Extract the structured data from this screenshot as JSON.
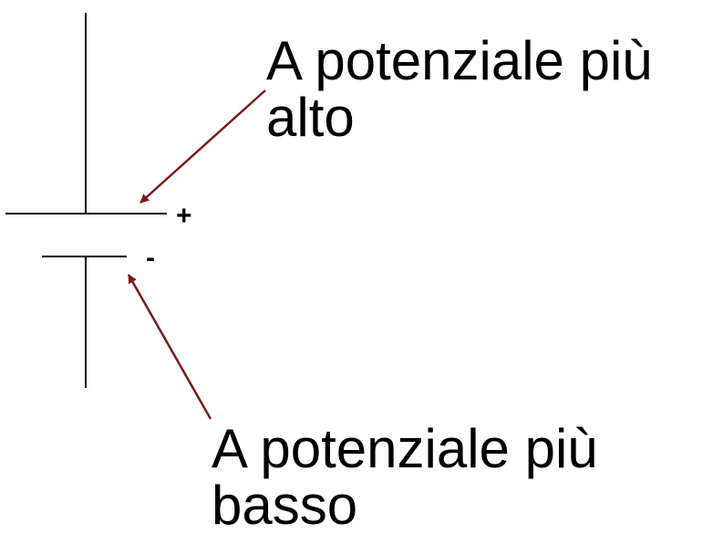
{
  "labels": {
    "high_line1": "A potenziale più",
    "high_line2": "alto",
    "low_line1": "A potenziale più",
    "low_line2": "basso"
  },
  "terminals": {
    "positive": "+",
    "negative": "-"
  },
  "colors": {
    "arrow": "#7a1a1a",
    "wire": "#000000",
    "text": "#000000"
  }
}
